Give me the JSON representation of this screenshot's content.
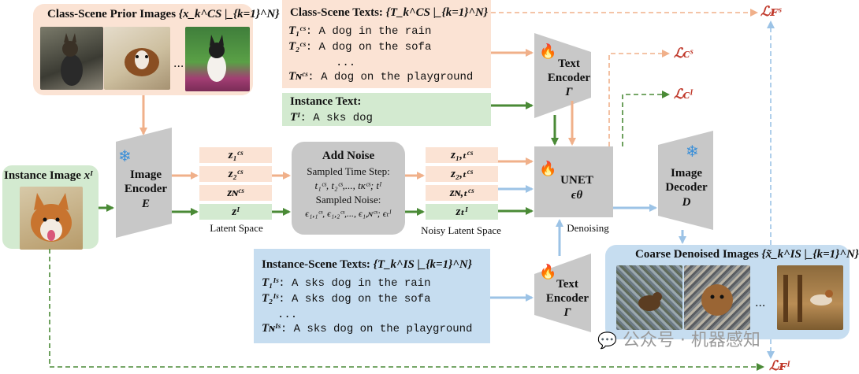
{
  "class_scene_prior": {
    "title": "Class-Scene Prior Images",
    "formula": "{x_k^CS |_{k=1}^N}",
    "ellipsis": "..."
  },
  "class_scene_texts": {
    "title": "Class-Scene Texts:",
    "formula": "{T_k^CS |_{k=1}^N}",
    "lines": [
      {
        "sym": "T₁ᶜˢ",
        "text": ": A dog in the rain"
      },
      {
        "sym": "T₂ᶜˢ",
        "text": ": A dog on the sofa"
      },
      {
        "sym": "",
        "text": "..."
      },
      {
        "sym": "Tɴᶜˢ",
        "text": ": A dog on the playground"
      }
    ]
  },
  "instance_text": {
    "title": "Instance Text:",
    "sym": "Tᴵ",
    "text": ": A sks dog"
  },
  "instance_image": {
    "title": "Instance Image",
    "sym": "xᴵ"
  },
  "image_encoder": {
    "line1": "Image",
    "line2": "Encoder",
    "sym": "E"
  },
  "latent_space": {
    "items": [
      "z₁ᶜˢ",
      "z₂ᶜˢ",
      "zɴᶜˢ",
      "zᴵ"
    ],
    "label": "Latent Space"
  },
  "add_noise": {
    "title": "Add Noise",
    "line1": "Sampled Time Step:",
    "line2": "t₁ᶜˢ, t₂ᶜˢ,..., tᴋᶜˢ; tᴵ",
    "line3": "Sampled Noise:",
    "line4": "ϵ₁,₁ᶜˢ, ϵ₁,₂ᶜˢ,..., ϵ₁,ɴᶜˢ; ϵₜᴵ"
  },
  "noisy_latent": {
    "items": [
      "z₁,ₜᶜˢ",
      "z₂,ₜᶜˢ",
      "zɴ,ₜᶜˢ",
      "zₜᴵ"
    ],
    "label": "Noisy Latent Space"
  },
  "text_encoder_top": {
    "line1": "Text",
    "line2": "Encoder",
    "sym": "Γ"
  },
  "text_encoder_bottom": {
    "line1": "Text",
    "line2": "Encoder",
    "sym": "Γ"
  },
  "unet": {
    "title": "UNET",
    "sym": "ϵθ",
    "caption": "Denoising"
  },
  "image_decoder": {
    "line1": "Image",
    "line2": "Decoder",
    "sym": "D"
  },
  "instance_scene_texts": {
    "title": "Instance-Scene Texts:",
    "formula": "{T_k^IS |_{k=1}^N}",
    "lines": [
      {
        "sym": "T₁ᴵˢ",
        "text": ": A sks dog in the rain"
      },
      {
        "sym": "T₂ᴵˢ",
        "text": ": A sks dog on the sofa"
      },
      {
        "sym": "",
        "text": "..."
      },
      {
        "sym": "Tɴᴵˢ",
        "text": ": A sks dog on the playground"
      }
    ]
  },
  "coarse_denoised": {
    "title": "Coarse Denoised Images",
    "formula": "{x̃_k^IS |_{k=1}^N}",
    "ellipsis": "..."
  },
  "losses": {
    "lf_s": "ℒꜰˢ",
    "lc_s": "ℒᴄˢ",
    "lc_i": "ℒᴄᴵ",
    "lf_i": "ℒꜰᴵ"
  },
  "watermark": {
    "text": "公众号 · 机器感知"
  },
  "colors": {
    "peach": "#fbe3d4",
    "green": "#d3ead0",
    "blue": "#c6ddf0",
    "gray": "#c8c8c8",
    "arrow_orange": "#f0b08a",
    "arrow_green": "#4a8a36",
    "arrow_blue": "#9cc3e6",
    "loss_red": "#c0392b"
  }
}
